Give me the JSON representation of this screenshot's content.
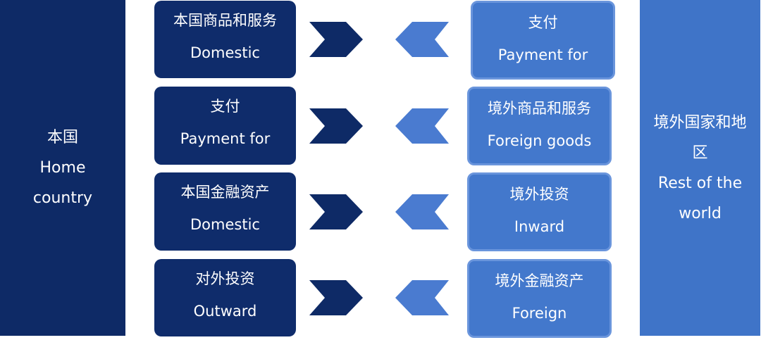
{
  "colors": {
    "dark_navy": "#0e2a66",
    "medium_blue": "#3f74c8",
    "arrow_dark": "#0e2a66",
    "arrow_light": "#4a7bd0"
  },
  "left_panel": {
    "line1": "本国",
    "line2": "Home",
    "line3": "country"
  },
  "right_panel": {
    "line1": "境外国家和地",
    "line2": "区",
    "line3": "Rest of the",
    "line4": "world"
  },
  "rows": [
    {
      "domestic": {
        "line1": "本国商品和服务",
        "line2": "Domestic"
      },
      "foreign": {
        "line1": "支付",
        "line2": "Payment for"
      },
      "arrow_right_icon": "chevron-right",
      "arrow_left_icon": "chevron-left"
    },
    {
      "domestic": {
        "line1": "支付",
        "line2": "Payment for"
      },
      "foreign": {
        "line1": "境外商品和服务",
        "line2": "Foreign goods"
      },
      "arrow_right_icon": "chevron-right",
      "arrow_left_icon": "chevron-left"
    },
    {
      "domestic": {
        "line1": "本国金融资产",
        "line2": "Domestic"
      },
      "foreign": {
        "line1": "境外投资",
        "line2": "Inward"
      },
      "arrow_right_icon": "chevron-right",
      "arrow_left_icon": "chevron-left"
    },
    {
      "domestic": {
        "line1": "对外投资",
        "line2": "Outward"
      },
      "foreign": {
        "line1": "境外金融资产",
        "line2": "Foreign"
      },
      "arrow_right_icon": "chevron-right",
      "arrow_left_icon": "chevron-left"
    }
  ]
}
